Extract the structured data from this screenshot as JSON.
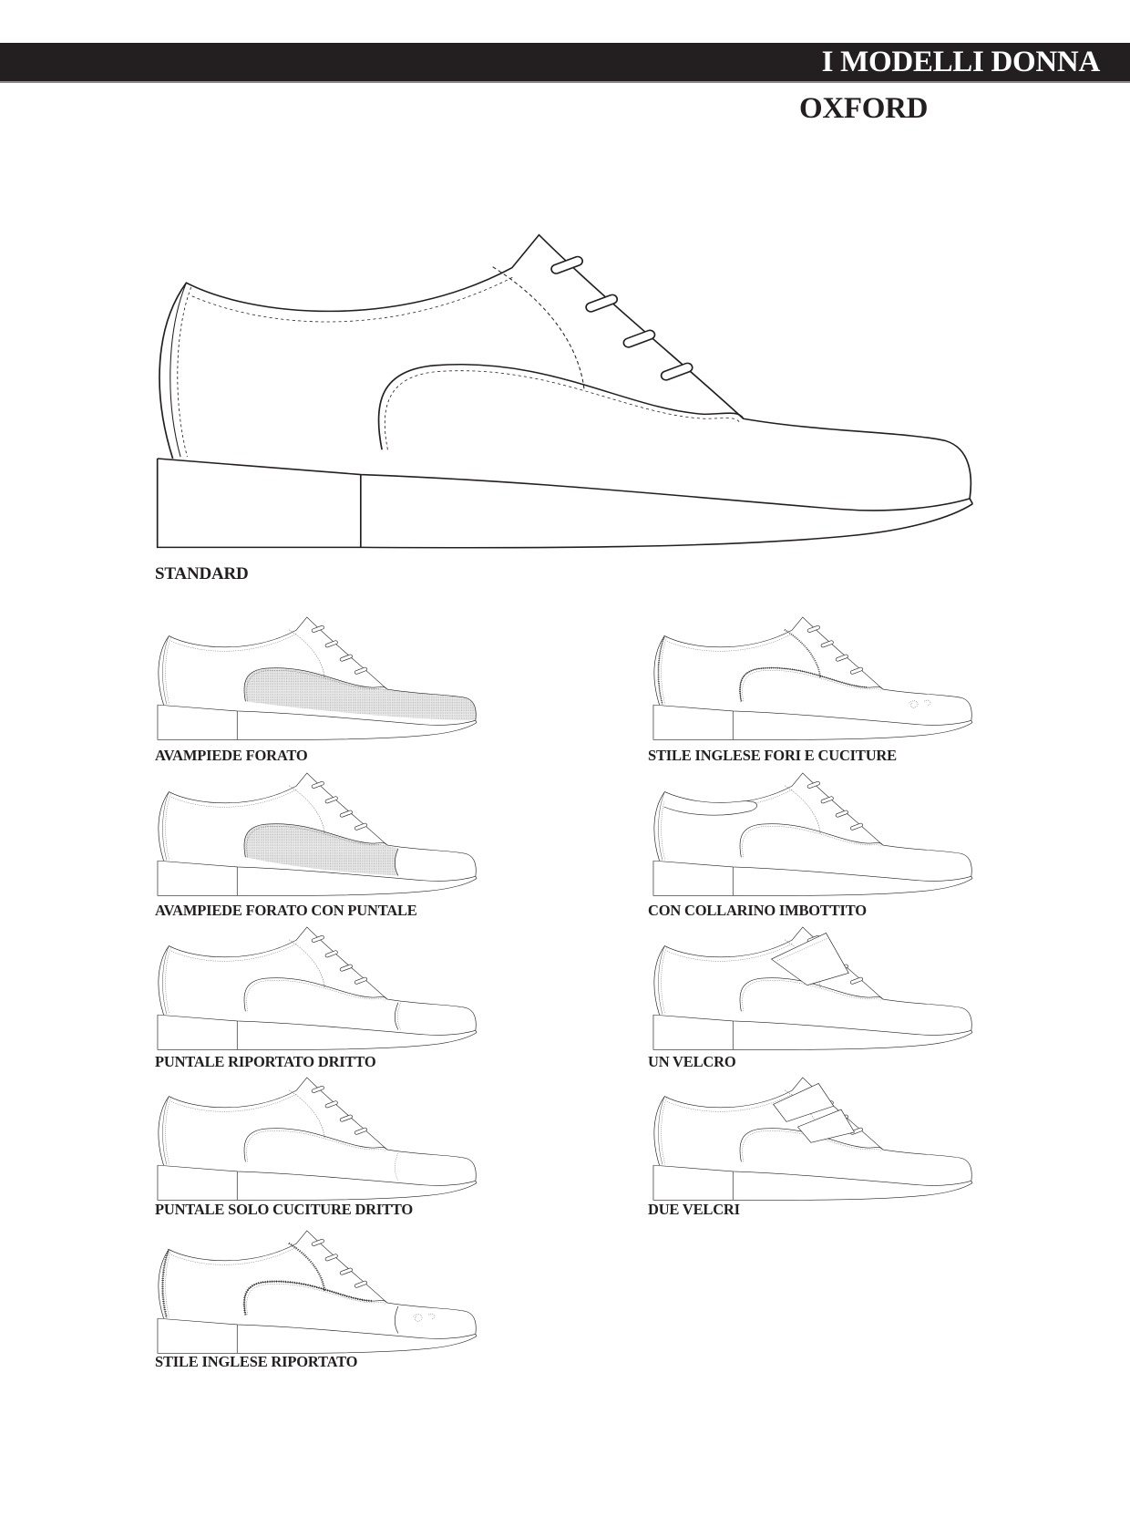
{
  "header": {
    "title": "I MODELLI DONNA",
    "subtitle": "OXFORD"
  },
  "models": {
    "standard": "STANDARD",
    "avampiede_forato": "AVAMPIEDE FORATO",
    "avampiede_forato_puntale": "AVAMPIEDE FORATO CON PUNTALE",
    "puntale_riportato": "PUNTALE RIPORTATO DRITTO",
    "puntale_cuciture": "PUNTALE SOLO CUCITURE DRITTO",
    "stile_inglese_riportato": "STILE INGLESE RIPORTATO",
    "stile_inglese_fori": "STILE INGLESE FORI E CUCITURE",
    "collarino": "CON COLLARINO IMBOTTITO",
    "un_velcro": "UN VELCRO",
    "due_velcri": "DUE VELCRI"
  }
}
